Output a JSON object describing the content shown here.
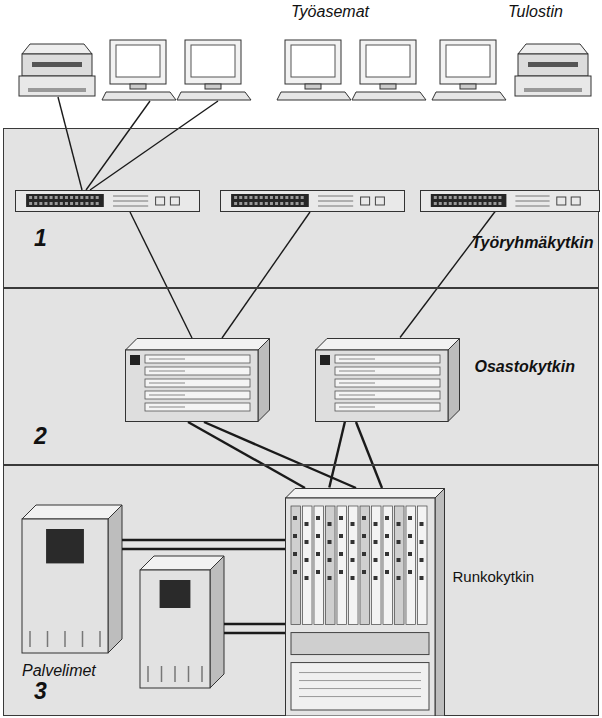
{
  "diagram": {
    "nodes": [
      {
        "text": [
          "1"
        ]
      },
      {
        "text": [
          "Työryhmäkytkin"
        ],
        "in": 0
      },
      {
        "text": [
          "2"
        ]
      },
      {
        "text": [
          "Osastokytkin"
        ],
        "in": 2
      },
      {
        "text": [
          "3"
        ]
      },
      {
        "text": [
          "Runkokytkin"
        ],
        "in": 4
      }
    ],
    "edges": [
      {
        "from": 1,
        "to": 3,
        "arrow": "none"
      },
      {
        "from": 3,
        "to": 5,
        "arrow": "none"
      }
    ],
    "labels": [
      "Työasemat",
      "Tulostin",
      "Palvelimet"
    ]
  }
}
